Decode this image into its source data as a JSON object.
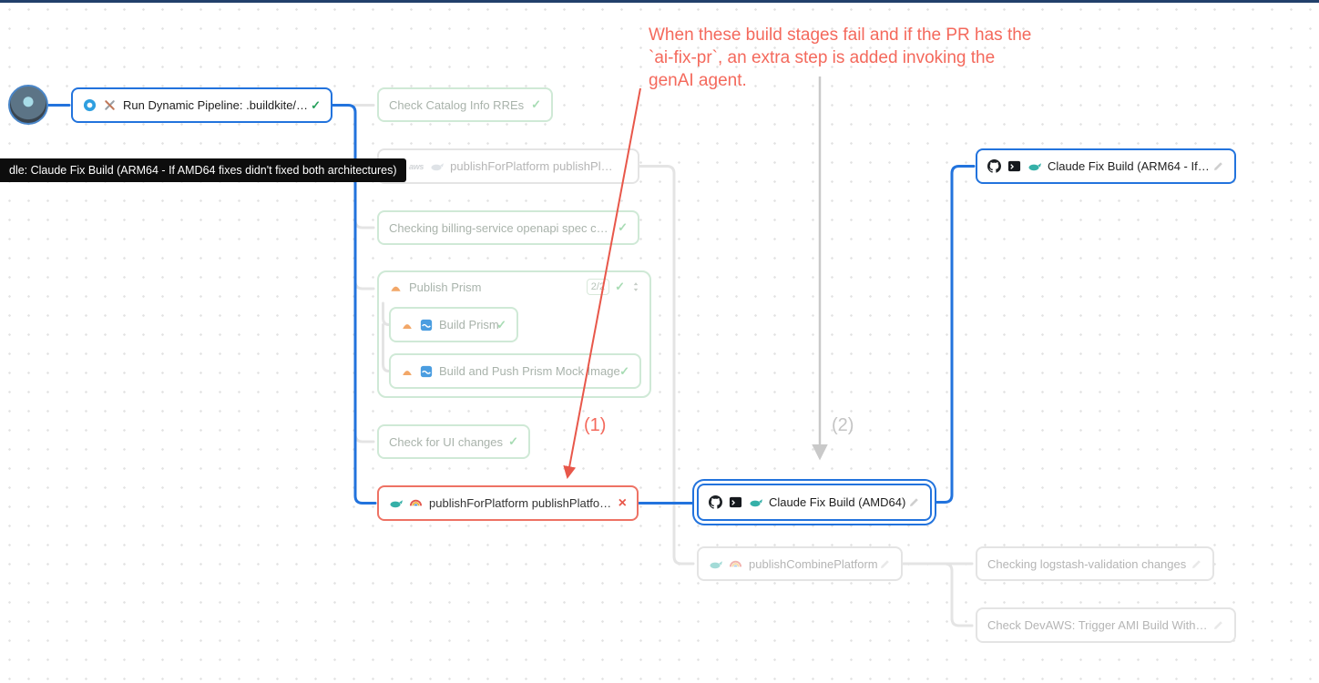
{
  "colors": {
    "accent_blue": "#2273dd",
    "edge_gray": "#e4e4e4",
    "fail_red": "#ee7264",
    "pass_green": "#27a15c",
    "annotation_red": "#f4695c",
    "annotation_gray": "#c9c9c9"
  },
  "annotation": {
    "lines": [
      "When these build stages fail and if the PR has the",
      "`ai-fix-pr`, an extra step is added invoking the",
      "genAI agent."
    ],
    "marker1": "(1)",
    "marker2": "(2)"
  },
  "tooltip": {
    "text": "dle: Claude Fix Build (ARM64 - If AMD64 fixes didn't fixed both architectures)"
  },
  "icons": {
    "check": "✓",
    "cross": "×",
    "aws": "aws"
  },
  "nodes": {
    "run_dynamic": {
      "label": "Run Dynamic Pipeline: .buildkite/…"
    },
    "check_catalog": {
      "label": "Check Catalog Info RREs"
    },
    "publish_platform_pending": {
      "label": "publishForPlatform publishPl…"
    },
    "billing_spec": {
      "label": "Checking billing-service openapi spec c…"
    },
    "prism_group": {
      "label": "Publish Prism",
      "badge": "2/2"
    },
    "build_prism": {
      "label": "Build Prism"
    },
    "build_push_prism": {
      "label": "Build and Push Prism Mock Image"
    },
    "check_ui": {
      "label": "Check for UI changes"
    },
    "publish_platform_failed": {
      "label": "publishForPlatform publishPlatfo…"
    },
    "claude_arm64": {
      "label": "Claude Fix Build (ARM64 - If…"
    },
    "claude_amd64": {
      "label": "Claude Fix Build (AMD64)"
    },
    "publish_combine": {
      "label": "publishCombinePlatform"
    },
    "logstash_validation": {
      "label": "Checking logstash-validation changes"
    },
    "devaws_ami": {
      "label": "Check DevAWS: Trigger AMI Build With…"
    }
  }
}
